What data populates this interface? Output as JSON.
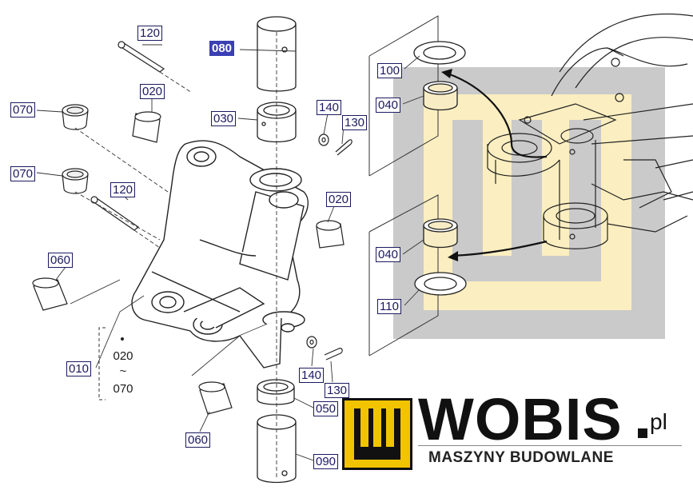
{
  "callouts": {
    "c120_top": "120",
    "c080": "080",
    "c020_top": "020",
    "c070_a": "070",
    "c030": "030",
    "c140_top": "140",
    "c130_top": "130",
    "c070_b": "070",
    "c120_mid": "120",
    "c020_right": "020",
    "c060_left": "060",
    "c010": "010",
    "c140_bot": "140",
    "c130_bot": "130",
    "c050": "050",
    "c060_bot": "060",
    "c090": "090",
    "c100": "100",
    "c040_top": "040",
    "c040_bot": "040",
    "c110": "110"
  },
  "range_label": {
    "from": "020",
    "tilde": "~",
    "to": "070"
  },
  "logo": {
    "brand": "WOBIS",
    "domain": "pl",
    "tagline": "MASZYNY BUDOWLANE"
  },
  "colors": {
    "callout_highlight": "#3b3fb4",
    "callout_border": "#1a1a60",
    "logo_yellow": "#f2c400",
    "watermark_gray": "#c4c4c4",
    "watermark_yellow": "#fbeec0"
  }
}
